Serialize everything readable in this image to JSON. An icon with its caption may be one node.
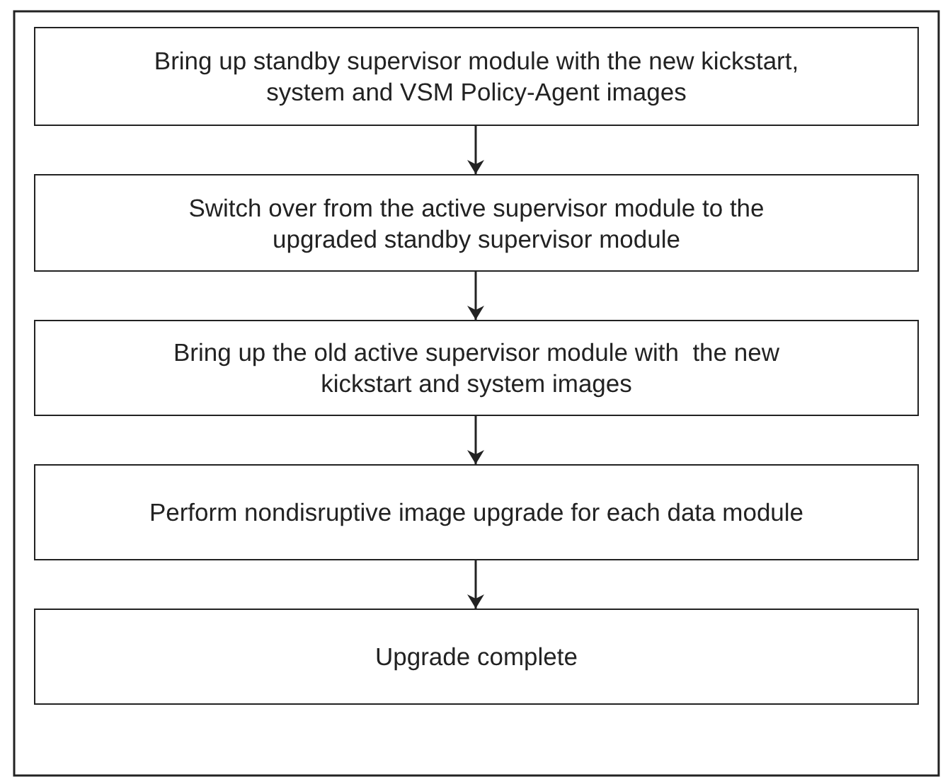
{
  "diagram": {
    "nodes": [
      {
        "text": [
          "Bring up standby supervisor module with the new kickstart, system and VSM Policy-Agent images"
        ]
      },
      {
        "text": [
          "Switch over from the active supervisor module to the upgraded standby supervisor module"
        ]
      },
      {
        "text": [
          "Bring up the old active supervisor module with  the new kickstart and system images"
        ]
      },
      {
        "text": [
          "Perform nondisruptive image upgrade for each data module"
        ]
      },
      {
        "text": [
          "Upgrade complete"
        ]
      }
    ],
    "edges": [
      {
        "from": 0,
        "to": 1,
        "arrow": "to"
      },
      {
        "from": 1,
        "to": 2,
        "arrow": "to"
      },
      {
        "from": 2,
        "to": 3,
        "arrow": "to"
      },
      {
        "from": 3,
        "to": 4,
        "arrow": "to"
      }
    ]
  }
}
